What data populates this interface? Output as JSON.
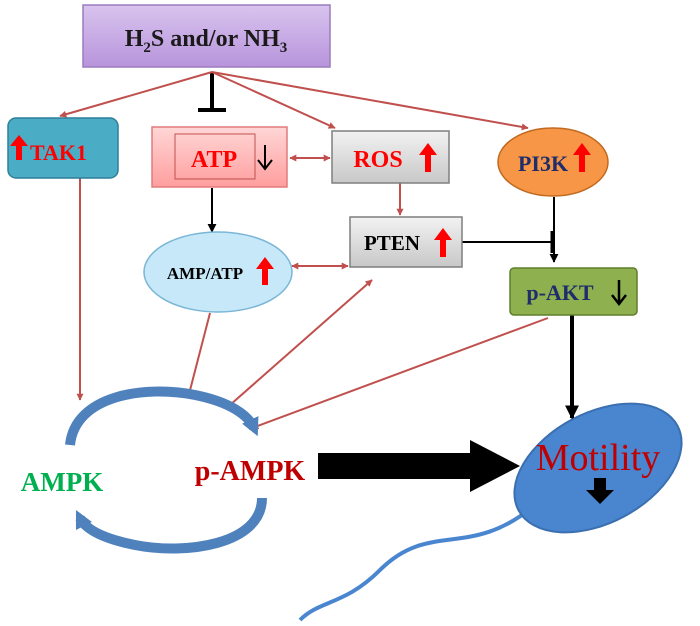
{
  "nodes": {
    "source": {
      "main": "H",
      "sub1": "2",
      "mid": "S and/or NH",
      "sub2": "3"
    },
    "tak1": {
      "label": "TAK1"
    },
    "atp": {
      "label": "ATP"
    },
    "ros": {
      "label": "ROS"
    },
    "pi3k": {
      "label": "PI3K"
    },
    "pten": {
      "label": "PTEN"
    },
    "amp_atp": {
      "label": "AMP/ATP"
    },
    "p_akt": {
      "label": "p-AKT"
    },
    "ampk": {
      "label": "AMPK"
    },
    "p_ampk": {
      "label": "p-AMPK"
    },
    "motility": {
      "label": "Motility"
    }
  },
  "colors": {
    "red_arrow": "#c0504d",
    "black_arrow": "#000000",
    "up_arrow": "#ff0000",
    "source_fill": "#c5a8e0",
    "tak1_fill": "#4bacc6",
    "atp_fill": "#ffb3b3",
    "gray_fill": "#d9d9d9",
    "pi3k_fill": "#f79646",
    "amp_fill": "#c6e8f8",
    "pakt_fill": "#8fb04f",
    "cycle_blue": "#4f81bd",
    "cell_fill": "#4a86d0",
    "ampk_text": "#00b050",
    "dark_red_text": "#c00000",
    "navy_text": "#1f2d6b"
  }
}
